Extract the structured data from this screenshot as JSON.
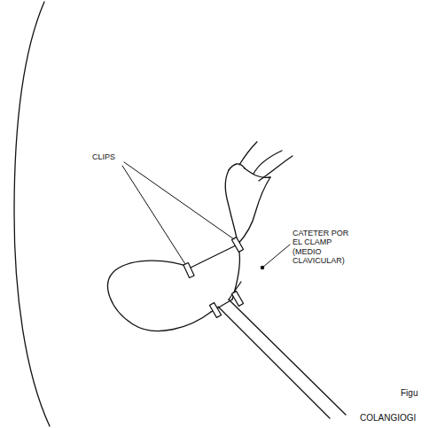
{
  "diagram": {
    "labels": [
      "CLIPS",
      "CATETER POR EL CLAMP (MEDIO CLAVICULAR)",
      "Figu",
      "COLANGIOGI"
    ]
  }
}
